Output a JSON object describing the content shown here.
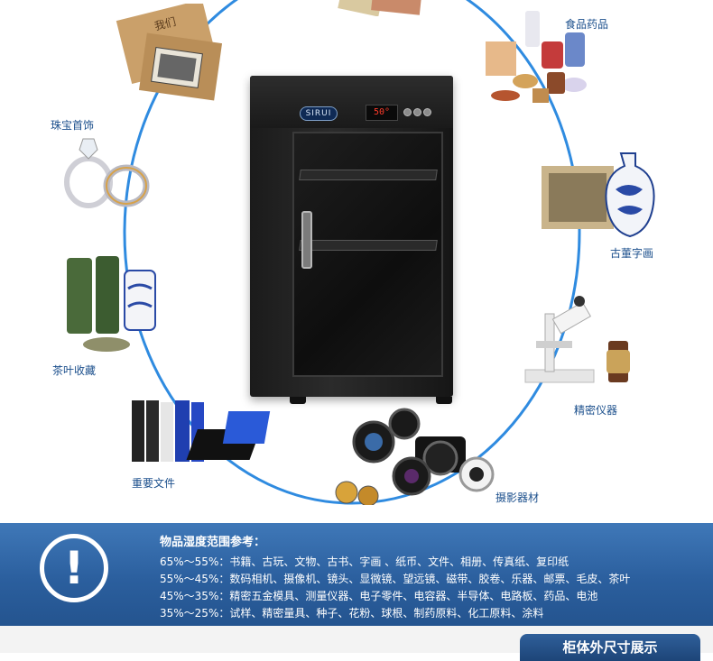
{
  "brand": "SIRUI",
  "display": "50°",
  "categories": {
    "food_medicine": "食品药品",
    "jewelry": "珠宝首饰",
    "antiques": "古董字画",
    "tea": "茶叶收藏",
    "instruments": "精密仪器",
    "documents": "重要文件",
    "photo": "摄影器材"
  },
  "album_text": "我们",
  "reference": {
    "title": "物品湿度范围参考：",
    "lines": [
      "65%～55%：书籍、古玩、文物、古书、字画 、纸币、文件、相册、传真纸、复印纸",
      "55%～45%：数码相机、摄像机、镜头、显微镜、望远镜、磁带、胶卷、乐器、邮票、毛皮、茶叶",
      "45%～35%：精密五金模具、测量仪器、电子零件、电容器、半导体、电路板、药品、电池",
      "35%～25%：试样、精密量具、种子、花粉、球根、制药原料、化工原料、涂料"
    ]
  },
  "footer_tab": "柜体外尺寸展示",
  "colors": {
    "ring": "#2f8be0",
    "label": "#1b4f8c",
    "band": "#2b5f9e"
  }
}
